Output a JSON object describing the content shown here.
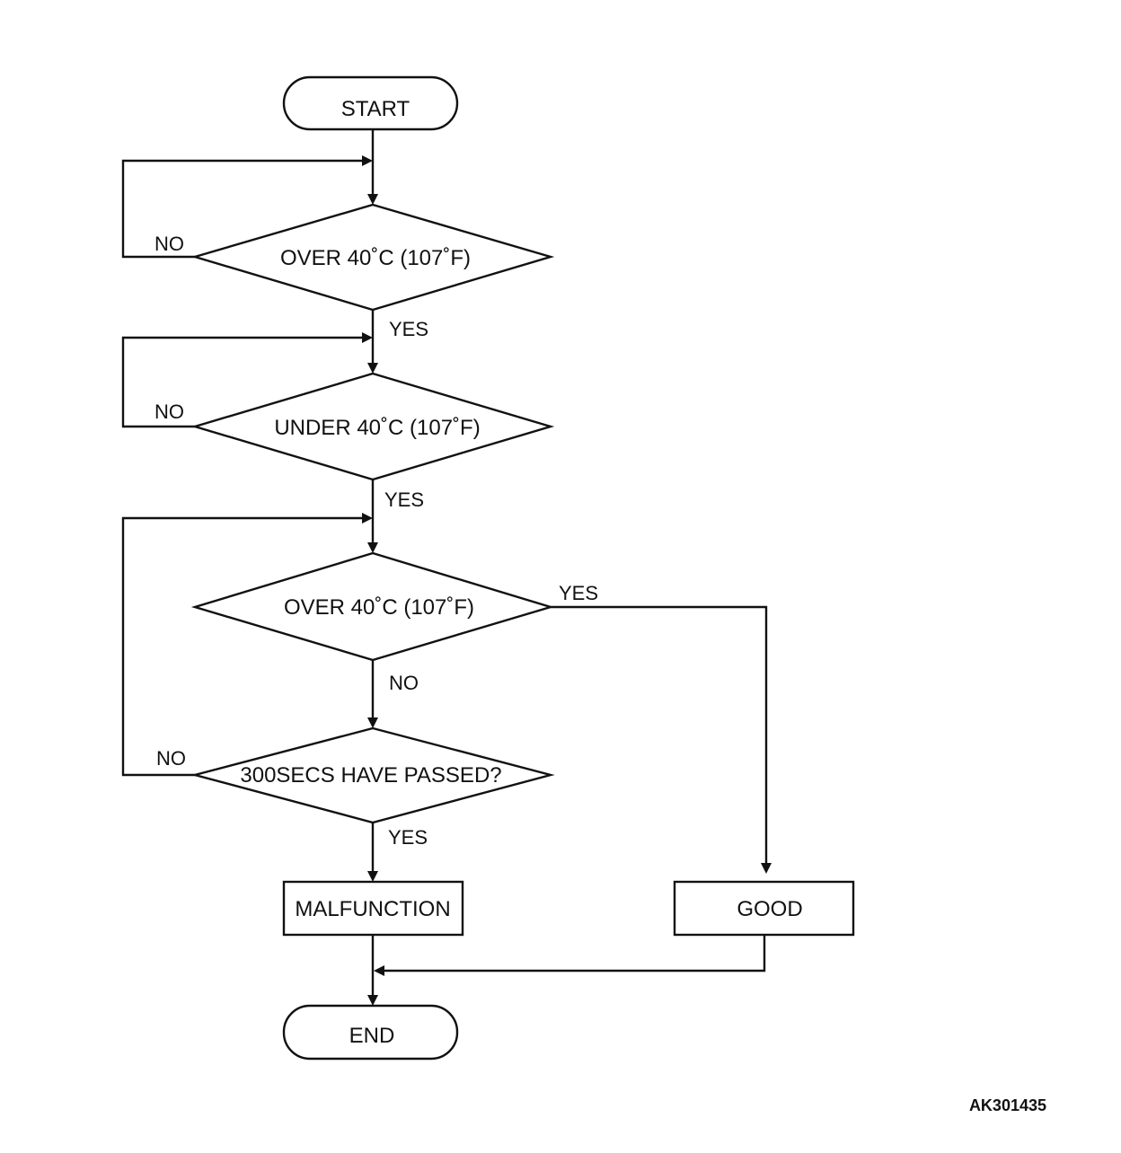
{
  "nodes": {
    "start": "START",
    "decision_1": "OVER 40˚C (107˚F)",
    "decision_2": "UNDER 40˚C (107˚F)",
    "decision_3": "OVER 40˚C (107˚F)",
    "decision_4": "300SECS HAVE PASSED?",
    "malfunction": "MALFUNCTION",
    "good": "GOOD",
    "end": "END"
  },
  "labels": {
    "d1_no": "NO",
    "d1_yes": "YES",
    "d2_no": "NO",
    "d2_yes": "YES",
    "d3_yes": "YES",
    "d3_no": "NO",
    "d4_no": "NO",
    "d4_yes": "YES"
  },
  "figure_id": "AK301435"
}
